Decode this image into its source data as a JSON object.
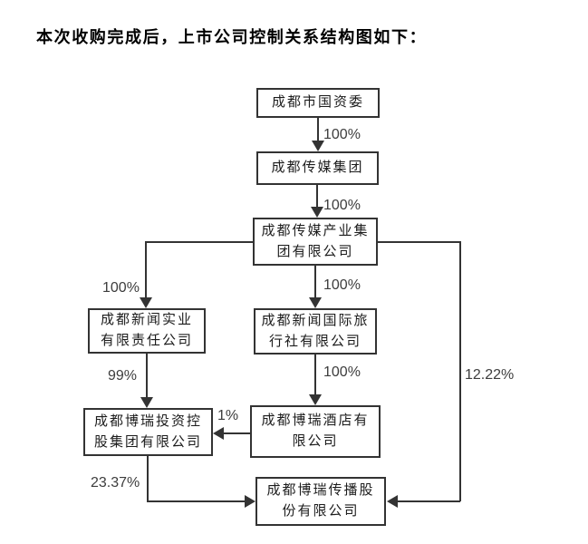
{
  "title": "本次收购完成后，上市公司控制关系结构图如下：",
  "diagram": {
    "nodes": [
      {
        "id": "chengdu-guoziwei",
        "label": "成都市国资委",
        "lines": [
          "成都市国资委"
        ]
      },
      {
        "id": "chengdu-chuanmei-jituan",
        "label": "成都传媒集团",
        "lines": [
          "成都传媒集团"
        ]
      },
      {
        "id": "chuanmei-chanye-jituan",
        "label": "成都传媒产业集团有限公司",
        "lines": [
          "成都传媒产业集",
          "团有限公司"
        ]
      },
      {
        "id": "xinwen-shiye",
        "label": "成都新闻实业有限责任公司",
        "lines": [
          "成都新闻实业",
          "有限责任公司"
        ]
      },
      {
        "id": "xinwen-guoji-lvxingshe",
        "label": "成都新闻国际旅行社有限公司",
        "lines": [
          "成都新闻国际旅",
          "行社有限公司"
        ]
      },
      {
        "id": "borui-touzi-konggu",
        "label": "成都博瑞投资控股集团有限公司",
        "lines": [
          "成都博瑞投资控",
          "股集团有限公司"
        ]
      },
      {
        "id": "borui-jiudian",
        "label": "成都博瑞酒店有限公司",
        "lines": [
          "成都博瑞酒店有",
          "限公司"
        ]
      },
      {
        "id": "borui-chuanbo",
        "label": "成都博瑞传播股份有限公司",
        "lines": [
          "成都博瑞传播股",
          "份有限公司"
        ]
      }
    ],
    "edges": [
      {
        "from": "成都市国资委",
        "to": "成都传媒集团",
        "percent": "100%"
      },
      {
        "from": "成都传媒集团",
        "to": "成都传媒产业集团有限公司",
        "percent": "100%"
      },
      {
        "from": "成都传媒产业集团有限公司",
        "to": "成都新闻实业有限责任公司",
        "percent": "100%"
      },
      {
        "from": "成都传媒产业集团有限公司",
        "to": "成都新闻国际旅行社有限公司",
        "percent": "100%"
      },
      {
        "from": "成都新闻国际旅行社有限公司",
        "to": "成都博瑞酒店有限公司",
        "percent": "100%"
      },
      {
        "from": "成都新闻实业有限责任公司",
        "to": "成都博瑞投资控股集团有限公司",
        "percent": "99%"
      },
      {
        "from": "成都博瑞酒店有限公司",
        "to": "成都博瑞投资控股集团有限公司",
        "percent": "1%"
      },
      {
        "from": "成都博瑞投资控股集团有限公司",
        "to": "成都博瑞传播股份有限公司",
        "percent": "23.37%"
      },
      {
        "from": "成都传媒产业集团有限公司",
        "to": "成都博瑞传播股份有限公司",
        "percent": "12.22%"
      }
    ],
    "colors": {
      "line": "#333333",
      "text": "#1c1c1c",
      "percent_text": "#3d3d3d",
      "background": "#ffffff"
    }
  }
}
